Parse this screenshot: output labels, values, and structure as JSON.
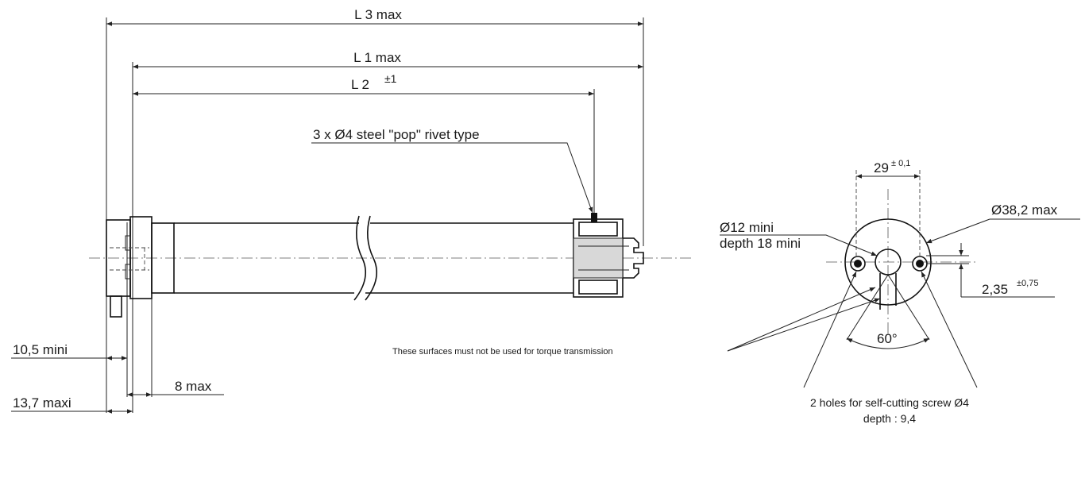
{
  "dimensions": {
    "l3": "L 3  max",
    "l1": "L 1 max",
    "l2": "L 2",
    "l2_tol": "±1",
    "rivet": "3 x Ø4 steel \"pop\" rivet type",
    "d105": "10,5 mini",
    "d137": "13,7 maxi",
    "d8": "8 max"
  },
  "note": "These surfaces must not be used for torque transmission",
  "end_view": {
    "w29": "29",
    "w29_tol": "± 0,1",
    "dia_max": "Ø38,2 max",
    "bore_line1": "Ø12 mini",
    "bore_line2": "depth 18 mini",
    "offset": "2,35",
    "offset_tol": "±0,75",
    "angle": "60°",
    "holes_line1": "2 holes for self-cutting screw Ø4",
    "holes_line2": "depth : 9,4"
  }
}
